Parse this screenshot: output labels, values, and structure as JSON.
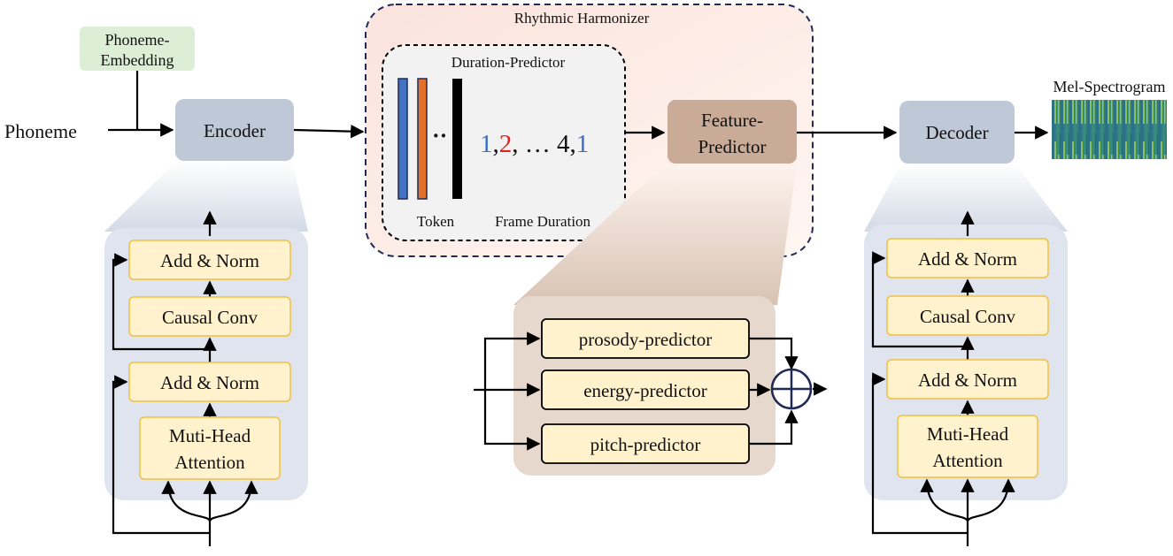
{
  "inputs": {
    "phoneme": "Phoneme",
    "phoneme_embedding_line1": "Phoneme-",
    "phoneme_embedding_line2": "Embedding"
  },
  "encoder": {
    "label": "Encoder",
    "add_norm_top": "Add & Norm",
    "causal_conv": "Causal Conv",
    "add_norm_bottom": "Add & Norm",
    "attention_line1": "Muti-Head",
    "attention_line2": "Attention"
  },
  "rhythmic_harmonizer": {
    "title": "Rhythmic Harmonizer",
    "duration_predictor": {
      "title": "Duration-Predictor",
      "ellipsis": "··",
      "token_label": "Token",
      "frame_duration_label": "Frame Duration",
      "durations": [
        {
          "text": "1",
          "color": "#3a6fc4"
        },
        {
          "text": ",",
          "color": "#111111"
        },
        {
          "text": "2",
          "color": "#e0201a"
        },
        {
          "text": ", … 4,",
          "color": "#111111"
        },
        {
          "text": "1",
          "color": "#3a6fc4"
        }
      ],
      "token_bar_colors": [
        "#4472c4",
        "#e0702a",
        "#000000"
      ]
    },
    "feature_predictor_line1": "Feature-",
    "feature_predictor_line2": "Predictor"
  },
  "feature_predictor_detail": {
    "prosody": "prosody-predictor",
    "energy": "energy-predictor",
    "pitch": "pitch-predictor"
  },
  "decoder": {
    "label": "Decoder",
    "add_norm_top": "Add & Norm",
    "causal_conv": "Causal Conv",
    "add_norm_bottom": "Add & Norm",
    "attention_line1": "Muti-Head",
    "attention_line2": "Attention"
  },
  "output": {
    "mel_label": "Mel-Spectrogram"
  },
  "colors": {
    "block_fill": "#bfc8d6",
    "panel_fill": "#dfe4ee",
    "sub_fill": "#fff2cc",
    "sub_stroke": "#f0c040",
    "feature_fill": "#c9ab97",
    "feature_panel": "#e6d8cd",
    "harmonizer_fill": "#fdeee8",
    "duration_fill": "#f2f2f2",
    "embedding_fill": "#dcefd6"
  }
}
